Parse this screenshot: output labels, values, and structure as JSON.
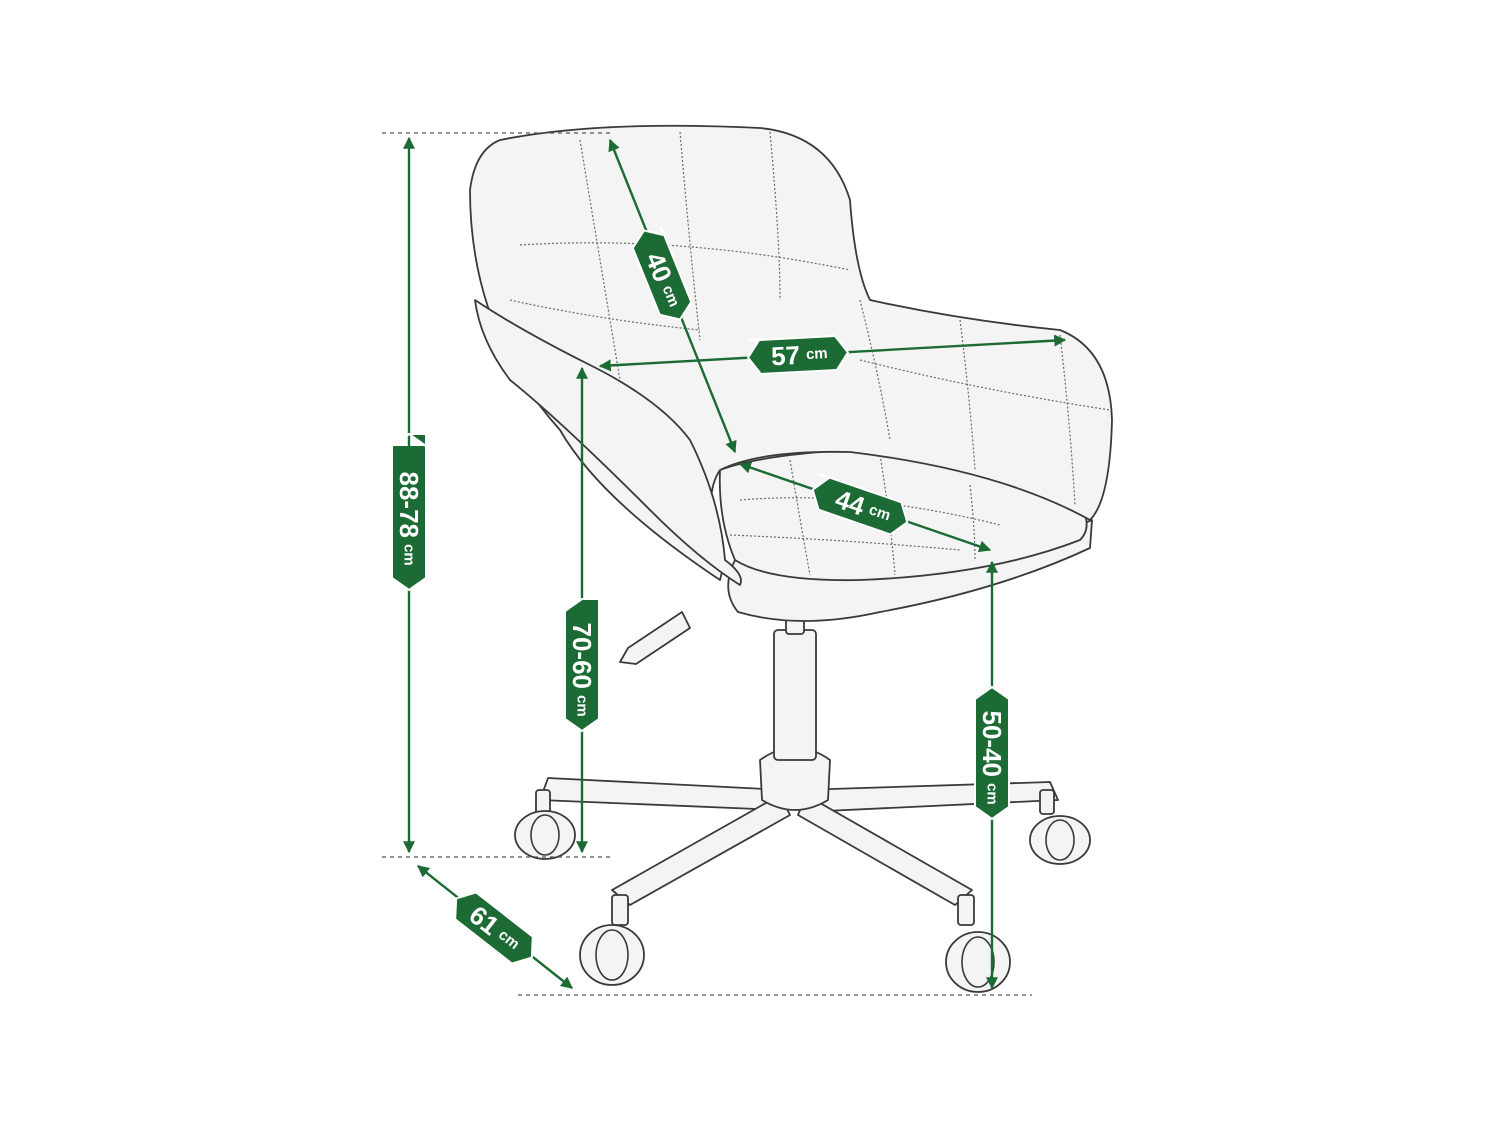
{
  "colors": {
    "dimension": "#1d6b34",
    "sketch": "#3a3a3a",
    "background": "#ffffff"
  },
  "dimensions": {
    "total_height": {
      "value": "88-78",
      "unit": "cm"
    },
    "armrest_height": {
      "value": "70-60",
      "unit": "cm"
    },
    "seat_height": {
      "value": "50-40",
      "unit": "cm"
    },
    "backrest_height": {
      "value": "40",
      "unit": "cm"
    },
    "width": {
      "value": "57",
      "unit": "cm"
    },
    "seat_depth": {
      "value": "44",
      "unit": "cm"
    },
    "depth": {
      "value": "61",
      "unit": "cm"
    }
  }
}
